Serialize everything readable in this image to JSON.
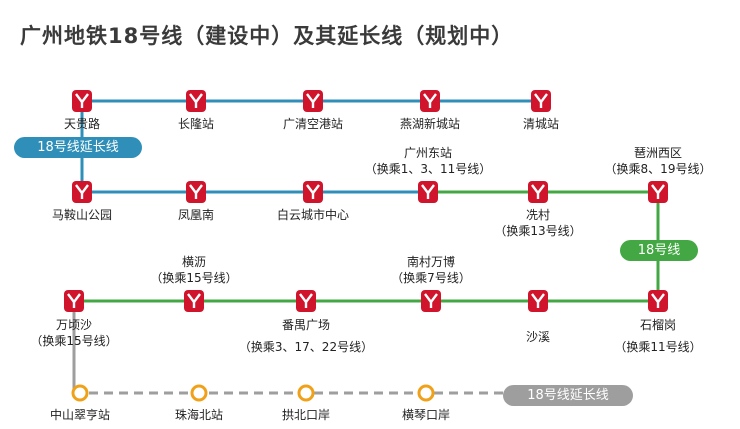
{
  "title": "广州地铁18号线（建设中）及其延长线（规划中）",
  "badges": {
    "ext_top": "18号线延长线",
    "line18": "18号线",
    "ext_bottom": "18号线延长线"
  },
  "colors": {
    "metro_red": "#d0142c",
    "ext_blue": "#2f8fb8",
    "line_green": "#43a844",
    "planned_gray": "#9e9e9e",
    "planned_orange": "#f0a11a"
  },
  "stations": {
    "tianguilu": {
      "name": "天贵路"
    },
    "changlong": {
      "name": "长隆站"
    },
    "guangqing": {
      "name": "广清空港站"
    },
    "yanhu": {
      "name": "燕湖新城站"
    },
    "qingcheng": {
      "name": "清城站"
    },
    "maanshan": {
      "name": "马鞍山公园"
    },
    "fenghuangnan": {
      "name": "凤凰南"
    },
    "baiyun": {
      "name": "白云城市中心"
    },
    "guangzhoudong": {
      "name": "广州东站",
      "transfer": "（换乘1、3、11号线）"
    },
    "xiancun": {
      "name": "冼村",
      "transfer": "（换乘13号线）"
    },
    "pazhouxi": {
      "name": "琶洲西区",
      "transfer": "（换乘8、19号线）"
    },
    "wanqingsha": {
      "name": "万顷沙",
      "transfer": "（换乘15号线）"
    },
    "hengli": {
      "name": "横沥",
      "transfer": "（换乘15号线）"
    },
    "panyu": {
      "name": "番禺广场",
      "transfer": "（换乘3、17、22号线）"
    },
    "nancun": {
      "name": "南村万博",
      "transfer": "（换乘7号线）"
    },
    "shaxi": {
      "name": "沙溪"
    },
    "shiliugang": {
      "name": "石榴岗",
      "transfer": "（换乘11号线）"
    },
    "zhongshan": {
      "name": "中山翠亨站"
    },
    "zhuhaibei": {
      "name": "珠海北站"
    },
    "gongbei": {
      "name": "拱北口岸"
    },
    "hengqin": {
      "name": "横琴口岸"
    }
  }
}
